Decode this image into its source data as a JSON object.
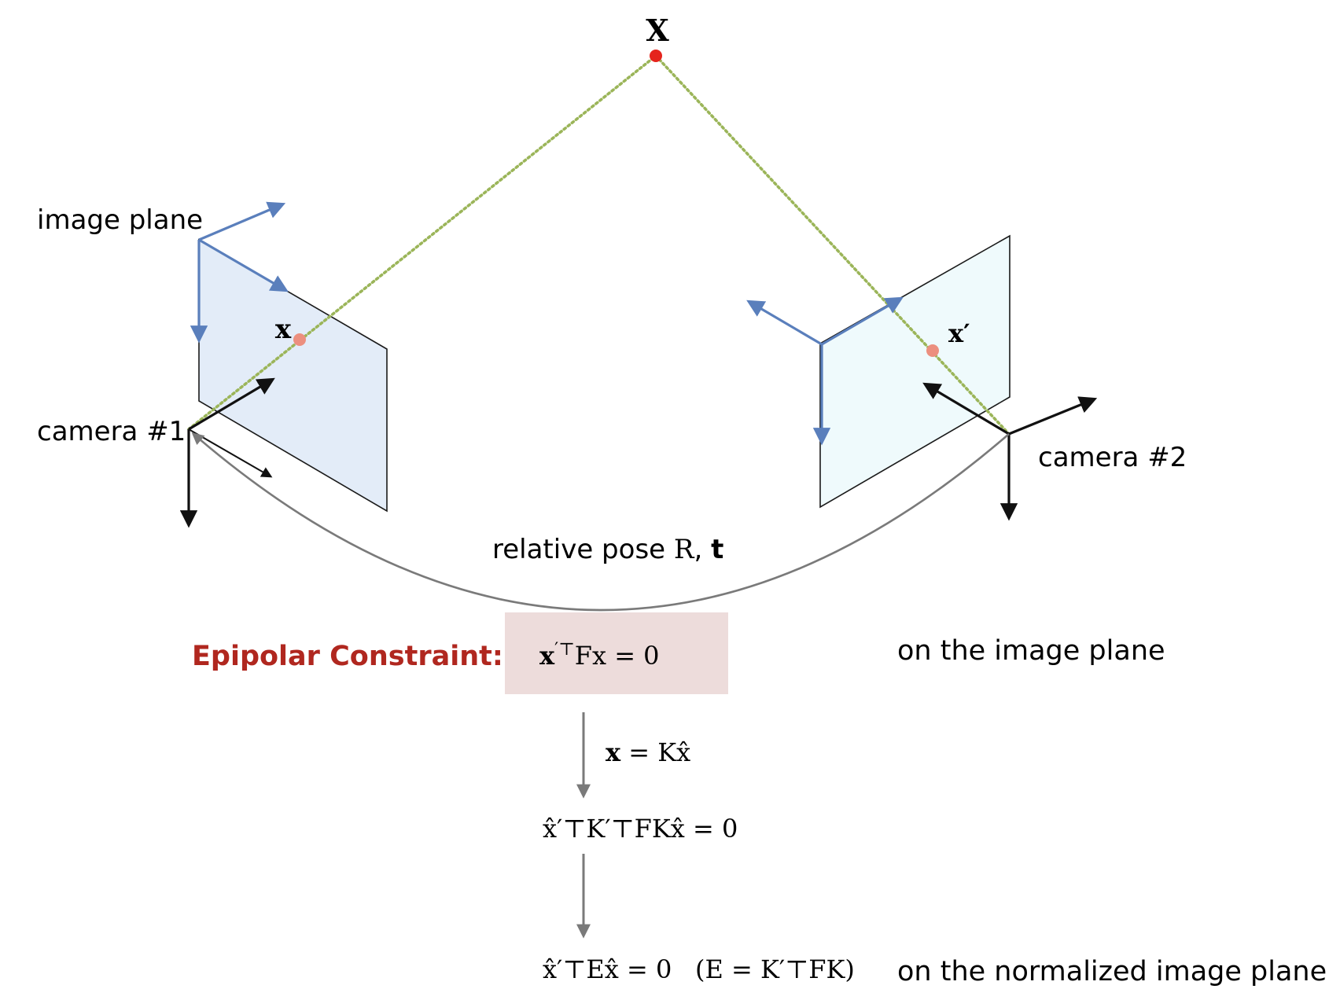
{
  "scene": {
    "world_point_label": "X",
    "point_x_label": "x",
    "point_xprime_label": "x′",
    "image_plane_label": "image plane",
    "camera1_label": "camera #1",
    "camera2_label": "camera #2",
    "relative_pose": {
      "prefix": "relative pose ",
      "R": "R",
      "comma": ", ",
      "t": "t"
    }
  },
  "constraint": {
    "heading": "Epipolar Constraint:",
    "equation": {
      "x": "x",
      "prime_T": "′⊤",
      "rest": "Fx = 0"
    },
    "note": "on the image plane"
  },
  "derivation": {
    "substitution": {
      "lhs": "x",
      "rhs": " = Kx̂"
    },
    "step1": "x̂′⊤K′⊤FKx̂ = 0",
    "step2": "x̂′⊤Ex̂ = 0",
    "step2_def": "(E = K′⊤FK)",
    "note": "on the normalized image plane"
  },
  "colors": {
    "plane1": "#e3ecf8",
    "plane2": "#effafc",
    "frame_axis": "#5a7fbc",
    "ray": "#9bb559",
    "heading": "#b0271f",
    "equation_box": "#eddcdb",
    "world_point": "#e5241d",
    "image_point": "#ec8f7f"
  }
}
